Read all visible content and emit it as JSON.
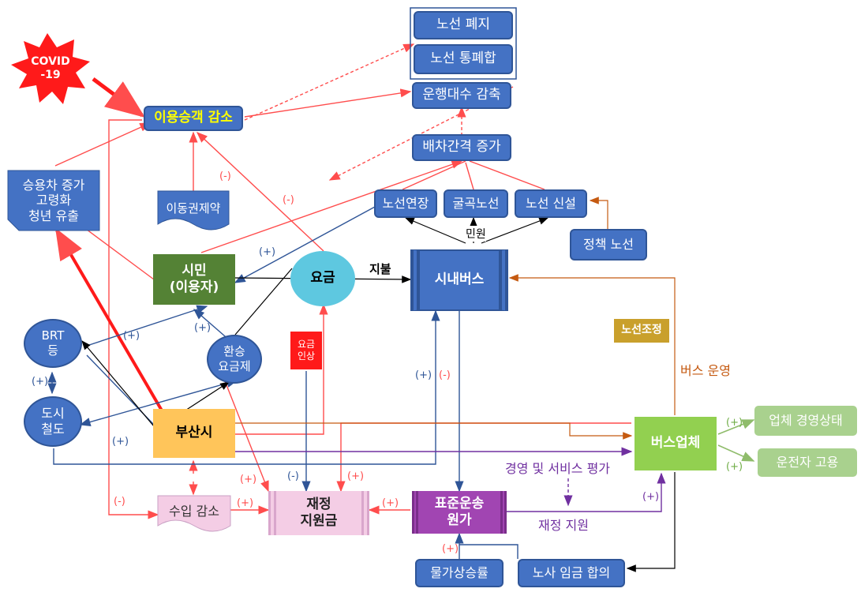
{
  "nodes": {
    "covid": "COVID\n-19",
    "passenger_decrease": "이용승객 감소",
    "route_abolish": "노선 폐지",
    "route_merge": "노선 통폐합",
    "vehicle_reduce": "운행대수 감축",
    "interval_increase": "배차간격 증가",
    "car_increase": "승용차 증가\n고령화\n청년 유출",
    "mobility_limit": "이동권제약",
    "route_extend": "노선연장",
    "curved_route": "굴곡노선",
    "route_new": "노선 신설",
    "policy_route": "정책 노선",
    "citizen": "시민\n(이용자)",
    "fare": "요금",
    "city_bus": "시내버스",
    "brt": "BRT\n등",
    "transfer_fare": "환승\n요금제",
    "urban_rail": "도시\n철도",
    "fare_raise": "요금\n인상",
    "route_adjust": "노선조정",
    "busan_city": "부산시",
    "bus_company": "버스업체",
    "company_status": "업체 경영상태",
    "driver_employment": "운전자 고용",
    "revenue_decrease": "수입 감소",
    "fiscal_support": "재정\n지원금",
    "standard_cost": "표준운송\n원가",
    "inflation": "물가상승률",
    "wage_agreement": "노사 임금 합의"
  },
  "labels": {
    "pay": "지불",
    "complaint": "민원",
    "bus_operation": "버스 운영",
    "evaluation": "경영 및 서비스 평가",
    "fiscal_support_label": "재정 지원",
    "plus": "(+)",
    "minus": "(-)"
  },
  "colors": {
    "red": "#ff4d4d",
    "blue": "#4472c4",
    "orange": "#c55a11",
    "purple": "#7030a0",
    "green": "#70ad47",
    "accent_yellow": "#ffff00"
  }
}
